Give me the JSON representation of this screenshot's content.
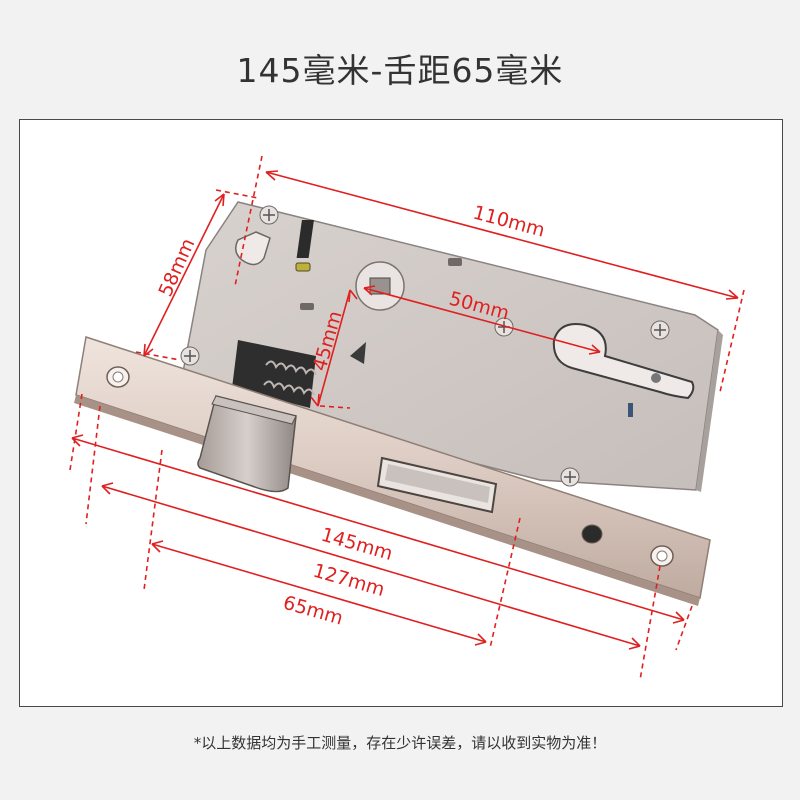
{
  "title": "145毫米-舌距65毫米",
  "dimensions": {
    "case_width": "110mm",
    "case_height": "58mm",
    "backset_to_cylinder": "50mm",
    "latch_height": "45mm",
    "faceplate_length": "145mm",
    "screw_hole_spacing": "127mm",
    "latch_to_cylinder": "65mm"
  },
  "note": "*以上数据均为手工测量，存在少许误差，请以收到实物为准！",
  "colors": {
    "dimension_line": "#e02020",
    "background": "#f2f2f2",
    "panel": "#ffffff"
  }
}
